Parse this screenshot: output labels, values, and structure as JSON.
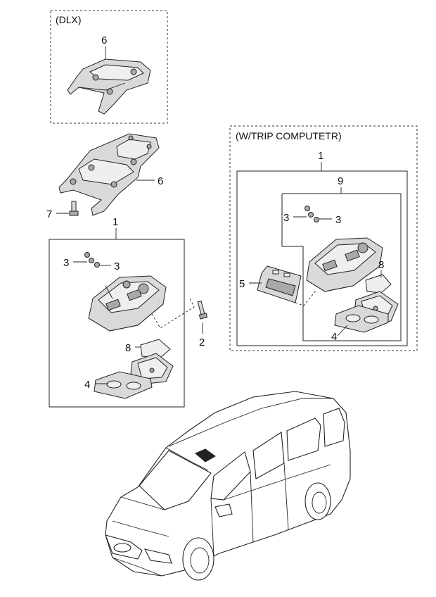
{
  "captions": {
    "dlx": "(DLX)",
    "trip": "(W/TRIP COMPUTETR)"
  },
  "callouts": {
    "dlx_bracket": "6",
    "bracket": "6",
    "bolt": "7",
    "lamp_assy": "1",
    "cap_left": "3",
    "cap_right": "3",
    "screw": "2",
    "lens": "8",
    "bezel": "4",
    "trip_assy": "1",
    "trip_sub": "9",
    "trip_cap_left": "3",
    "trip_cap_right": "3",
    "trip_computer": "5",
    "trip_lens": "8",
    "trip_bezel": "4"
  }
}
